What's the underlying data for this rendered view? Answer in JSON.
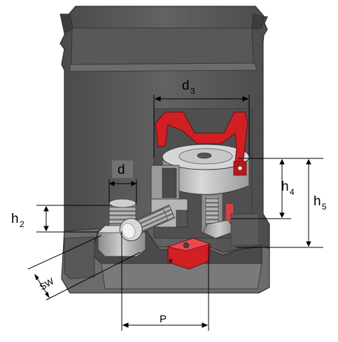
{
  "labels": {
    "d3": {
      "main": "d",
      "sub": "3"
    },
    "d": {
      "main": "d"
    },
    "h4": {
      "main": "h",
      "sub": "4"
    },
    "h5": {
      "main": "h",
      "sub": "5"
    },
    "h2": {
      "main": "h",
      "sub": "2"
    },
    "sw": {
      "main": "SW"
    },
    "p": {
      "main": "P"
    }
  },
  "colors": {
    "body": "#5f5f5f",
    "body_dark": "#474747",
    "body_light": "#8a8a8a",
    "section": "#6a6a6a",
    "handle": "#d11f24",
    "metal": "#c9c9c9",
    "thread": "#b9b9b9",
    "dimension": "#000000"
  }
}
